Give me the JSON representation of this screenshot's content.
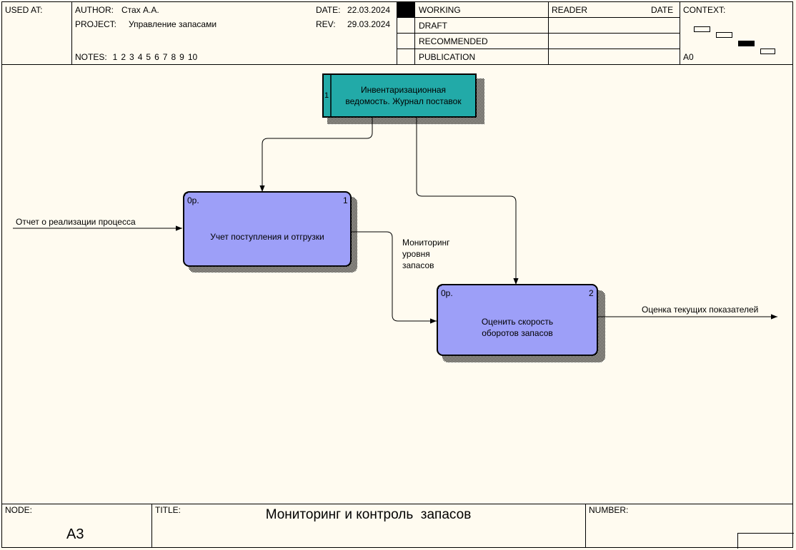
{
  "header": {
    "used_at_label": "USED AT:",
    "author_label": "AUTHOR:",
    "author_value": "Стах А.А.",
    "project_label": "PROJECT:",
    "project_value": "Управление запасами",
    "date_label": "DATE:",
    "date_value": "22.03.2024",
    "rev_label": "REV:",
    "rev_value": "29.03.2024",
    "notes_label": "NOTES:",
    "notes": [
      "1",
      "2",
      "3",
      "4",
      "5",
      "6",
      "7",
      "8",
      "9",
      "10"
    ],
    "status": [
      "WORKING",
      "DRAFT",
      "RECOMMENDED",
      "PUBLICATION"
    ],
    "reader_label": "READER",
    "reader_date_label": "DATE",
    "context_label": "CONTEXT:",
    "context_node": "A0"
  },
  "diagram": {
    "reference": {
      "number": "1",
      "text_line1": "Инвентаризационная",
      "text_line2": "ведомость. Журнал поставок"
    },
    "box1": {
      "cost": "0р.",
      "number": "1",
      "text": "Учет поступления и отгрузки"
    },
    "box2": {
      "cost": "0р.",
      "number": "2",
      "text_line1": "Оценить скорость",
      "text_line2": "оборотов запасов"
    },
    "arrows": {
      "input": "Отчет о реализации процесса",
      "middle_line1": "Мониторинг",
      "middle_line2": "уровня",
      "middle_line3": "запасов",
      "output": "Оценка текущих показателей"
    }
  },
  "footer": {
    "node_label": "NODE:",
    "node_value": "A3",
    "title_label": "TITLE:",
    "title_value": "Мониторинг и контроль  запасов",
    "number_label": "NUMBER:"
  },
  "colors": {
    "background": "#fffbf0",
    "process_box": "#9d9ff8",
    "reference_box": "#22aaa8"
  }
}
